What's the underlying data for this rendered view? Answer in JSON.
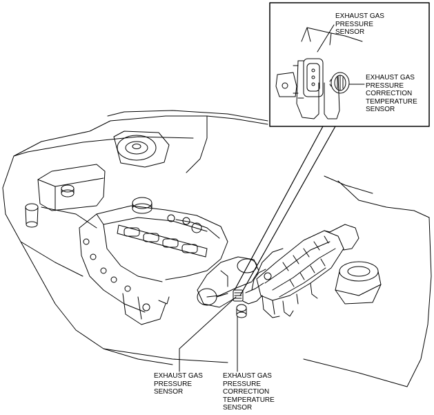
{
  "labels": {
    "inset_pressure_sensor": "EXHAUST GAS\nPRESSURE\nSENSOR",
    "inset_temperature_sensor": "EXHAUST GAS\nPRESSURE\nCORRECTION\nTEMPERATURE\nSENSOR",
    "pressure_sensor": "EXHAUST GAS\nPRESSURE\nSENSOR",
    "temperature_sensor": "EXHAUST GAS\nPRESSURE\nCORRECTION\nTEMPERATURE\nSENSOR"
  },
  "colors": {
    "line": "#000000",
    "background": "#ffffff"
  }
}
